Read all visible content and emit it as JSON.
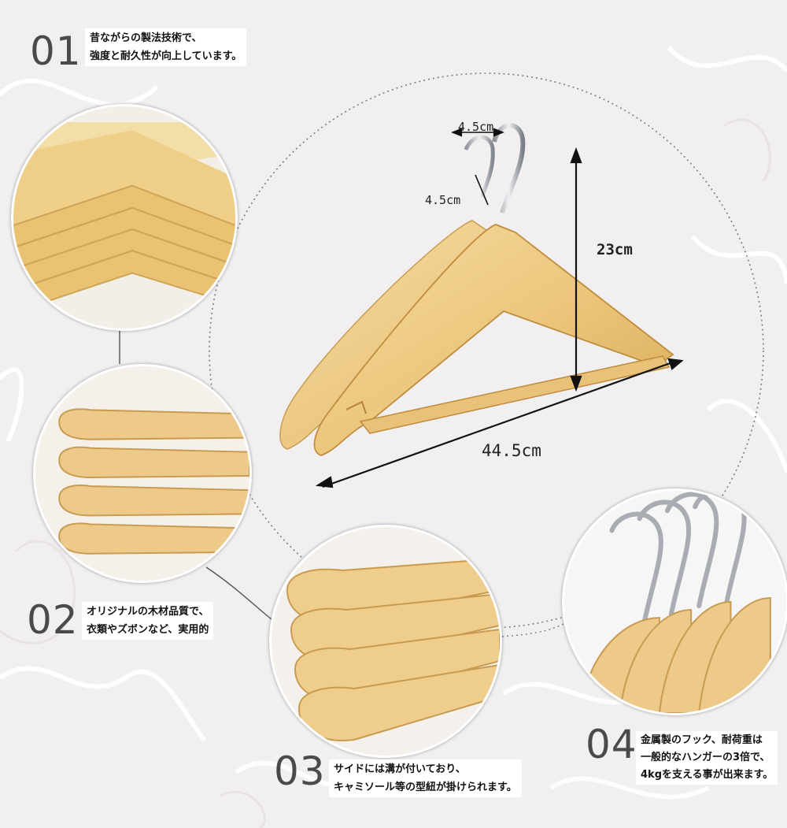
{
  "features": [
    {
      "number": "01",
      "lines": [
        "昔ながらの製法技術で、",
        "強度と耐久性が向上しています。"
      ]
    },
    {
      "number": "02",
      "lines": [
        "オリジナルの木材品質で、",
        "衣類やズボンなど、実用的"
      ]
    },
    {
      "number": "03",
      "lines": [
        "サイドには溝が付いており、",
        "キャミソール等の型紐が掛けられます。"
      ]
    },
    {
      "number": "04",
      "lines": [
        "金属製のフック、耐荷重は",
        "一般的なハンガーの3倍で、",
        "4kgを支える事が出来ます。"
      ]
    }
  ],
  "dimensions": {
    "hook_width": "4.5cm",
    "hook_height": "4.5cm",
    "height": "23cm",
    "width": "44.5cm"
  },
  "colors": {
    "wood_light": "#f0d18f",
    "wood_mid": "#e6bd6c",
    "wood_dark": "#c99a45",
    "chrome": "#b8bcc2",
    "background": "#f1efef"
  }
}
